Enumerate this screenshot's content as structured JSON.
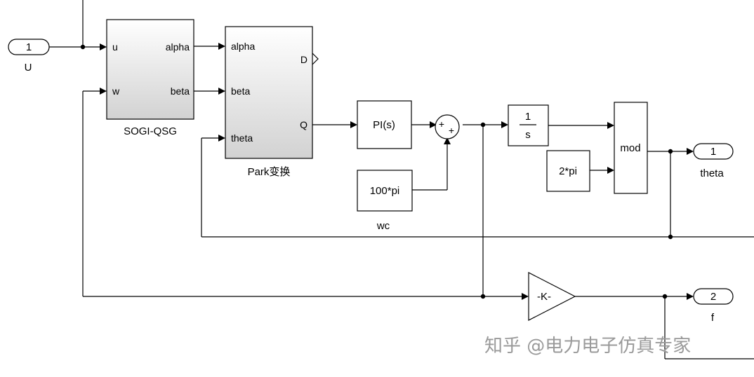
{
  "inports": [
    {
      "number": "1",
      "label": "U"
    }
  ],
  "outports": [
    {
      "number": "1",
      "label": "theta"
    },
    {
      "number": "2",
      "label": "f"
    }
  ],
  "blocks": {
    "sogi": {
      "name": "SOGI-QSG",
      "ports_in": [
        "u",
        "w"
      ],
      "ports_out": [
        "alpha",
        "beta"
      ]
    },
    "park": {
      "name": "Park变换",
      "ports_in": [
        "alpha",
        "beta",
        "theta"
      ],
      "ports_out": [
        "D",
        "Q"
      ]
    },
    "pi": {
      "text": "PI(s)"
    },
    "sum": {
      "signs": [
        "+",
        "+"
      ]
    },
    "const_wc": {
      "text": "100*pi",
      "label": "wc"
    },
    "integrator": {
      "numerator": "1",
      "denominator": "s"
    },
    "const_2pi": {
      "text": "2*pi"
    },
    "mod": {
      "text": "mod"
    },
    "gain": {
      "text": "-K-"
    }
  },
  "watermark": "知乎 @电力电子仿真专家",
  "colors": {
    "block_gradient_top": "#ffffff",
    "block_gradient_bottom": "#d4d4d4",
    "watermark": "#9a9a9a"
  }
}
